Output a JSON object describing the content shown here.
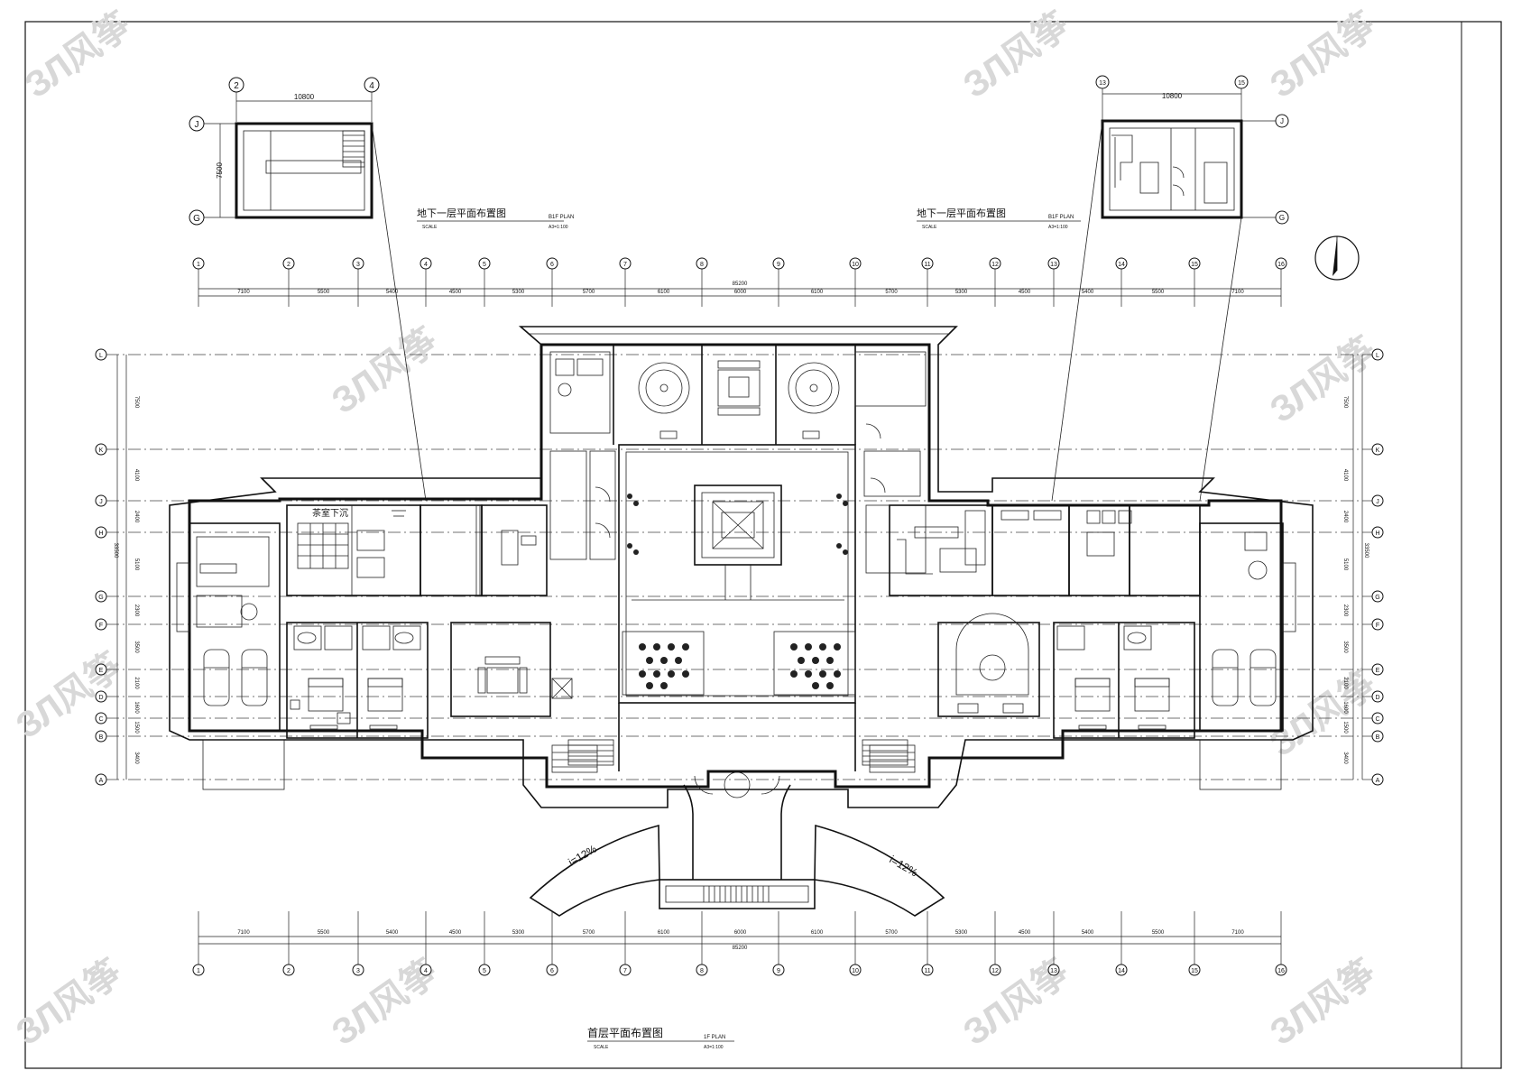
{
  "drawing": {
    "main_title": "首层平面布置图",
    "main_plan_code": "1F  PLAN",
    "main_scale_label": "SCALE",
    "main_scale_value": "A3=1:100",
    "watermark": "ЗЛ风筝"
  },
  "basement_left": {
    "title": "地下一层平面布置图",
    "plan_code": "B1F  PLAN",
    "scale_label": "SCALE",
    "scale_value": "A3=1:100",
    "width_dim": "10800",
    "depth_dim": "7500",
    "axis_labels": [
      "2",
      "4",
      "J",
      "G"
    ]
  },
  "basement_right": {
    "title": "地下一层平面布置图",
    "plan_code": "B1F  PLAN",
    "scale_label": "SCALE",
    "scale_value": "A3=1:100",
    "width_dim": "10800",
    "axis_labels": [
      "13",
      "15",
      "J",
      "G"
    ]
  },
  "grid": {
    "columns": [
      "1",
      "2",
      "3",
      "4",
      "5",
      "6",
      "7",
      "8",
      "9",
      "10",
      "11",
      "12",
      "13",
      "14",
      "15",
      "16"
    ],
    "rows": [
      "L",
      "K",
      "J",
      "H",
      "G",
      "F",
      "E",
      "D",
      "C",
      "B",
      "A"
    ],
    "column_spacings": [
      "7100",
      "5500",
      "5400",
      "4500",
      "5300",
      "5700",
      "6100",
      "6000",
      "6100",
      "5700",
      "5300",
      "4500",
      "5400",
      "5500",
      "7100"
    ],
    "total_width": "85200",
    "row_spacings": [
      "7500",
      "4100",
      "2400",
      "5100",
      "2300",
      "3500",
      "2100",
      "1600",
      "1500",
      "3400"
    ],
    "total_depth": "33500"
  },
  "annotations": {
    "ramp_left": "i=12%",
    "ramp_right": "i=12%",
    "room_label_tea": "茶室下沉"
  },
  "icons": {
    "north_arrow": "north-arrow-icon"
  }
}
